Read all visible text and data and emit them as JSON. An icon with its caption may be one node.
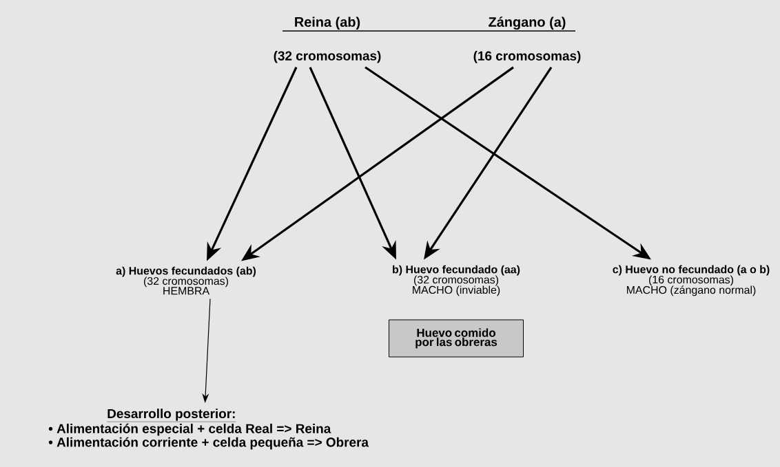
{
  "diagram": {
    "nodes": [
      {
        "text": [
          "Reina (ab)",
          "(32 cromosomas)"
        ]
      },
      {
        "text": [
          "Zángano (a)",
          "(16 cromosomas)"
        ]
      },
      {
        "text": [
          "a) Huevos fecundados (ab)",
          "(32 cromosomas)",
          "HEMBRA"
        ]
      },
      {
        "text": [
          "b)  Huevo fecundado (aa)",
          "(32 cromosomas)",
          "MACHO (inviable)"
        ]
      },
      {
        "text": [
          "c) Huevo no fecundado (a o b)",
          "(16 cromosomas)",
          "MACHO (zángano normal)"
        ]
      },
      {
        "text": [
          "Huevo comido por las obreras"
        ]
      },
      {
        "text": [
          "Desarrollo posterior:",
          "• Alimentación especial + celda Real => Reina",
          "• Alimentación corriente + celda pequeña => Obrera"
        ]
      }
    ],
    "edges": [
      {
        "from": 0,
        "to": 2,
        "arrow": "to"
      },
      {
        "from": 0,
        "to": 3,
        "arrow": "to"
      },
      {
        "from": 0,
        "to": 4,
        "arrow": "to"
      },
      {
        "from": 1,
        "to": 2,
        "arrow": "to"
      },
      {
        "from": 1,
        "to": 3,
        "arrow": "to"
      },
      {
        "from": 2,
        "to": 6,
        "arrow": "to"
      }
    ]
  }
}
